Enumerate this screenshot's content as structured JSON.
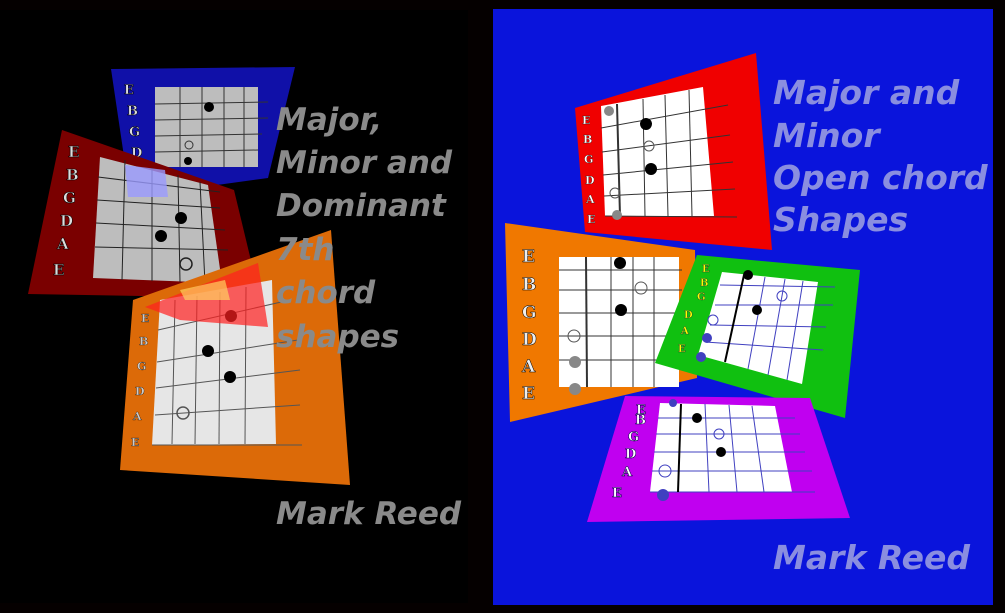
{
  "left_cover": {
    "title_lines": [
      "Major,",
      "Minor and",
      "Dominant",
      "7th",
      "chord",
      "shapes"
    ],
    "author": "Mark Reed",
    "background": "#000000",
    "title_color": "#8a8a8a",
    "card_colors": [
      "#1010a8",
      "#7a0000",
      "#e07000"
    ]
  },
  "right_cover": {
    "title_lines": [
      "Major and",
      "Minor",
      "Open chord",
      "Shapes"
    ],
    "author": "Mark Reed",
    "background": "#0a14dc",
    "title_color": "#8a8ee0",
    "card_colors": [
      "#f00000",
      "#f07800",
      "#10c010",
      "#c000f0"
    ]
  },
  "string_labels": [
    "E",
    "B",
    "G",
    "D",
    "A",
    "E"
  ]
}
